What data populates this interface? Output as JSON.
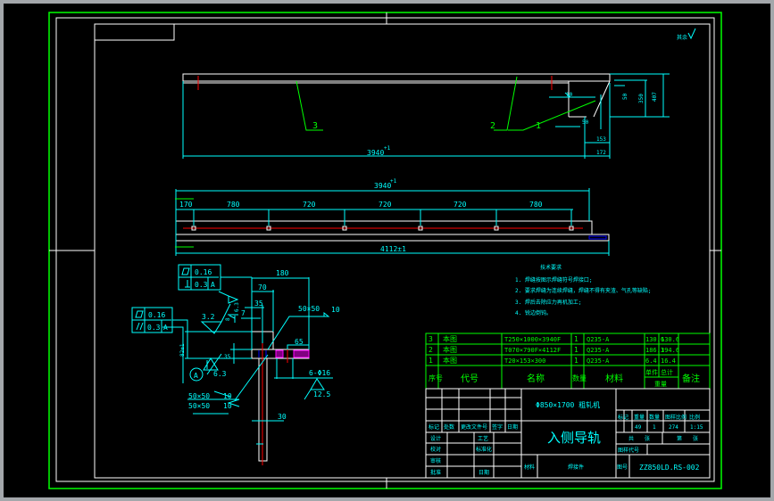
{
  "colors": {
    "background": "#000000",
    "frame": "#00ff00",
    "outline": "#ffffff",
    "dimension": "#00ffff",
    "centerline": "#ff0000",
    "leader": "#00ff00",
    "hatch": "#ff00ff"
  },
  "corner_mark": "其余",
  "front_view": {
    "overall_length": "3940",
    "overall_tol": "+1",
    "dims_right": [
      "10",
      "50",
      "50",
      "350",
      "407",
      "153",
      "172"
    ],
    "balloons": [
      "3",
      "2",
      "1"
    ]
  },
  "top_view": {
    "overall_length": "3940",
    "overall_tol": "+1",
    "spacing": [
      "170",
      "780",
      "720",
      "720",
      "720",
      "780"
    ],
    "total_length": "4112±1"
  },
  "section": {
    "flatness_1": "0.16",
    "perp_1": "0.3",
    "datum_1": "A",
    "flatness_2": "0.16",
    "parallel_2": "0.3",
    "datum_2": "A",
    "width_total": "180",
    "width_block": "70",
    "dim_35": "35",
    "dim_7": "7",
    "dim_65": "65",
    "rough_32": "3.2",
    "rough_63a": "6.3",
    "rough_63b": "6.3",
    "rough_125": "12.5",
    "height_left": "82±1",
    "dim_left_small": "35",
    "dim_8": "8",
    "weld_top": "50×50",
    "weld_top_size": "10",
    "weld_bottom_1": "50×50",
    "weld_bottom_2": "50×50",
    "weld_bottom_size_1": "10",
    "weld_bottom_size_2": "10",
    "holes": "6-Φ16",
    "stem_width": "30",
    "datum_label": "A"
  },
  "tech_requirements": {
    "title": "技术要求",
    "items": [
      "1. 焊缝按图示焊缝符号焊接口;",
      "2. 要求焊缝为连续焊缝，焊缝不得有夹渣、气孔等缺陷;",
      "3. 焊后去除应力再机加工;",
      "4. 锐边倒钝。"
    ]
  },
  "bom": {
    "rows": [
      {
        "no": "3",
        "code": "本图",
        "name": "T250×1000×3940F",
        "qty": "1",
        "material": "Q235-A",
        "unit": "130.6",
        "total": "130.6",
        "note": ""
      },
      {
        "no": "2",
        "code": "本图",
        "name": "T070×790F×4112F",
        "qty": "1",
        "material": "Q235-A",
        "unit": "186.3",
        "total": "194.6",
        "note": ""
      },
      {
        "no": "1",
        "code": "本图",
        "name": "T20×153×300",
        "qty": "1",
        "material": "Q235-A",
        "unit": "6.4",
        "total": "16.4",
        "note": ""
      }
    ],
    "header": {
      "no": "序号",
      "code": "代号",
      "name": "名称",
      "qty": "数量",
      "material": "材料",
      "unit": "单件",
      "total": "总计",
      "weight": "重量",
      "note": "备注"
    }
  },
  "title_block": {
    "machine": "Φ850×1700 粗轧机",
    "drawing_title": "入侧导轨",
    "material_label": "材料",
    "material": "焊接件",
    "drawing_no_label": "图号",
    "drawing_no": "ZZ850LD.RS-002",
    "rev_labels": [
      "标记",
      "处数",
      "更改文件号",
      "签字",
      "日期"
    ],
    "sign_labels": [
      "设计",
      "工艺",
      "校对",
      "标准化",
      "审核",
      "批准",
      "日期"
    ],
    "attr_labels": [
      "标记",
      "重量",
      "数量",
      "图样比例",
      "比例"
    ],
    "weight": "274",
    "quantity": "1",
    "scale": "1:15",
    "sheet_marker": "49",
    "sheet_total": "共",
    "sheet_total_unit": "张",
    "sheet_no": "第",
    "sheet_no_unit": "张",
    "drawing_code_label": "图样代号"
  }
}
